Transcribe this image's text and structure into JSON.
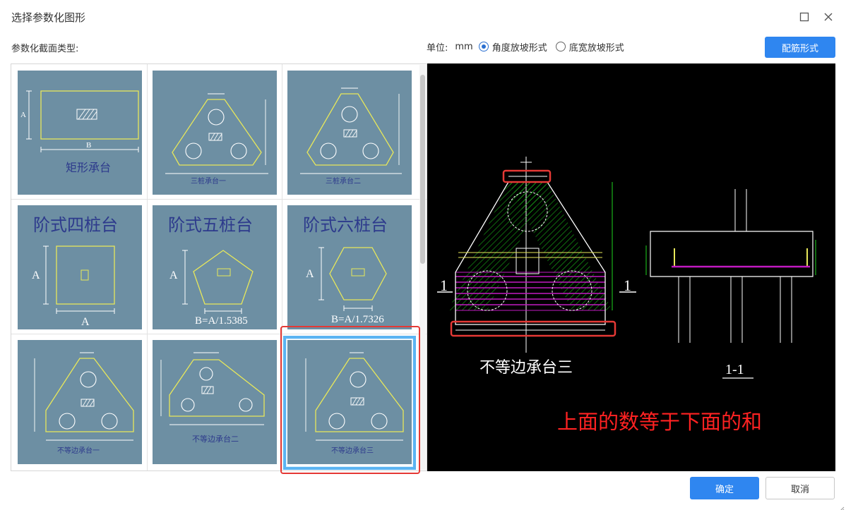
{
  "window": {
    "title": "选择参数化图形"
  },
  "header": {
    "section_label": "参数化截面类型:",
    "unit_label": "单位:",
    "unit_value": "mm",
    "radio_angle": "角度放坡形式",
    "radio_width": "底宽放坡形式",
    "rebar_button": "配筋形式"
  },
  "shapes": [
    {
      "caption": "矩形承台",
      "selected": false
    },
    {
      "caption": "三桩承台一",
      "selected": false
    },
    {
      "caption": "三桩承台二",
      "selected": false
    },
    {
      "caption": "阶式四桩台",
      "sub": "A",
      "selected": false
    },
    {
      "caption": "阶式五桩台",
      "sub": "B=A/1.5385",
      "selected": false
    },
    {
      "caption": "阶式六桩台",
      "sub": "B=A/1.7326",
      "selected": false
    },
    {
      "caption": "不等边承台一",
      "selected": false
    },
    {
      "caption": "不等边承台二",
      "selected": false
    },
    {
      "caption": "不等边承台三",
      "selected": true
    }
  ],
  "preview": {
    "main_title": "不等边承台三",
    "section_title": "1-1",
    "section_mark": "1",
    "annotation": "上面的数等于下面的和",
    "annotation_color": "#ff2222"
  },
  "footer": {
    "ok": "确定",
    "cancel": "取消"
  },
  "colors": {
    "accent": "#2f86f0",
    "cell_bg": "#6d8fa3",
    "preview_bg": "#000000",
    "highlight": "#e53935"
  }
}
